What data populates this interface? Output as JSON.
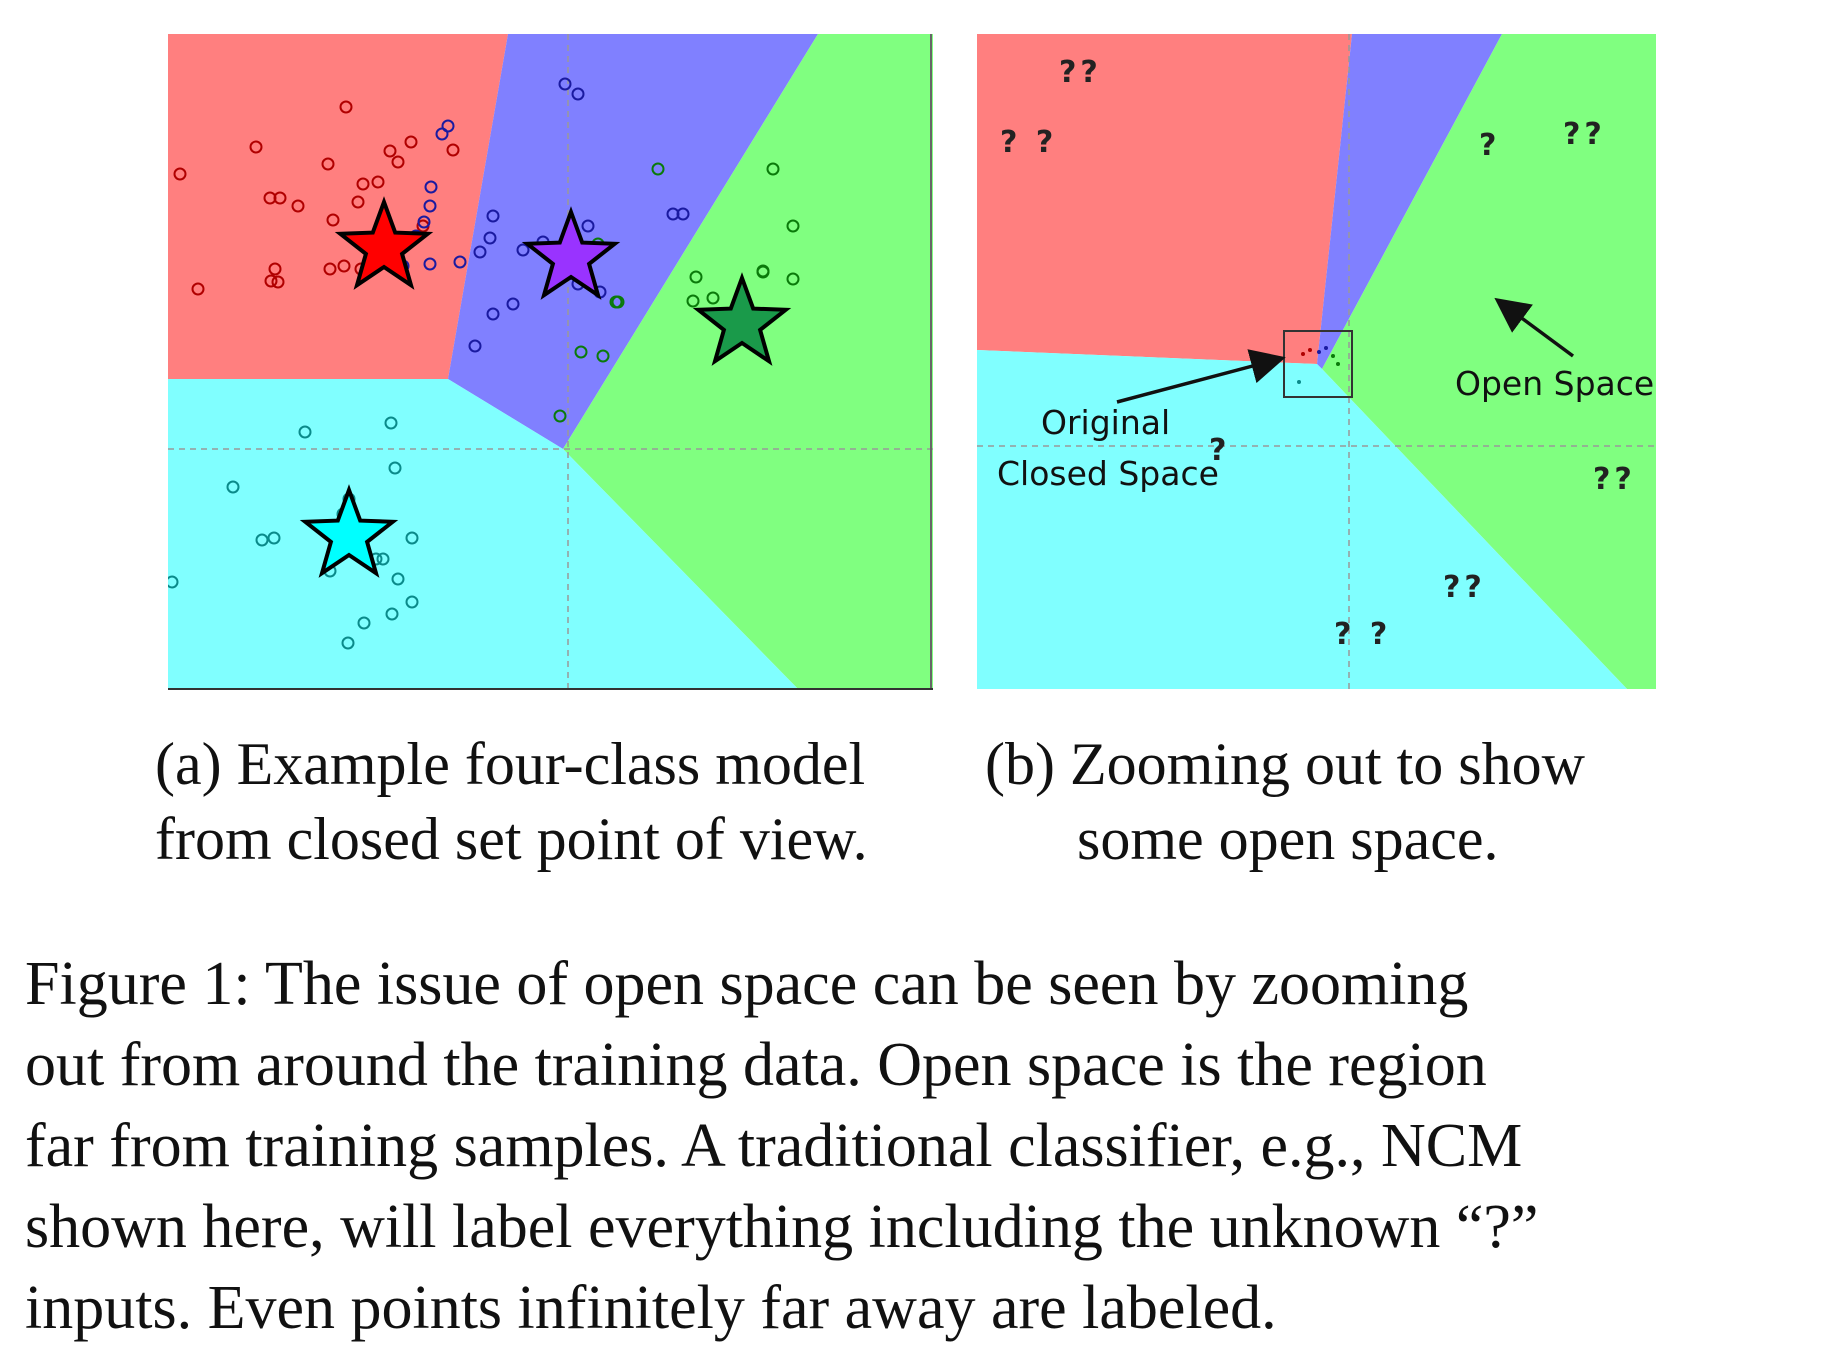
{
  "figure": {
    "caption_a_line1": "(a) Example four-class model",
    "caption_a_line2": "from closed set point of view.",
    "caption_b_line1": "(b) Zooming out to show",
    "caption_b_line2": "some open space.",
    "caption_lines": [
      "Figure 1: The issue of open space can be seen by zooming",
      "out from around the training data. Open space is the region",
      "far from training samples. A traditional classifier, e.g., NCM",
      "shown here, will label everything including the unknown “?”",
      "inputs. Even points infinitely far away are labeled."
    ]
  },
  "colors": {
    "red_region": "#ff7f7f",
    "blue_region": "#8080ff",
    "green_region": "#80ff80",
    "cyan_region": "#80ffff",
    "red_points": "#b00000",
    "blue_points": "#1a1aa0",
    "green_points": "#0a7a0a",
    "cyan_points": "#0a8a8a",
    "star_red": "#ff0000",
    "star_purple": "#9933ff",
    "star_green": "#1a9a4a",
    "star_cyan": "#00ffff"
  },
  "panel_b": {
    "question_marks": [
      "??",
      "? ?",
      "?",
      "??",
      "??",
      "??",
      "? ?",
      "?"
    ],
    "label_original": "Original",
    "label_closed_space": "Closed Space",
    "label_open_space": "Open Space"
  }
}
